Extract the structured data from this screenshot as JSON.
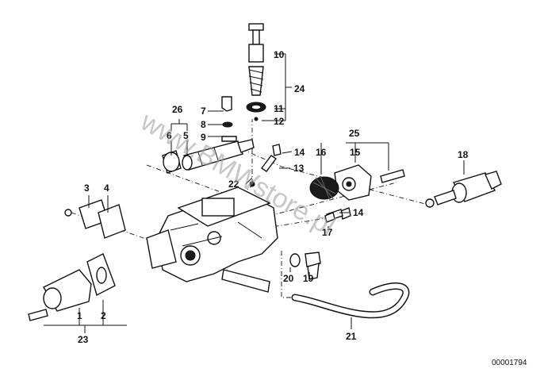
{
  "watermark": "www.BMWstore.pl",
  "drawing_number": "00001794",
  "callouts": {
    "c1": "1",
    "c2": "2",
    "c3": "3",
    "c4": "4",
    "c5": "5",
    "c6": "6",
    "c7": "7",
    "c8": "8",
    "c9": "9",
    "c10": "10",
    "c11": "11",
    "c12": "12",
    "c13": "13",
    "c14a": "14",
    "c14b": "14",
    "c15": "15",
    "c16": "16",
    "c17": "17",
    "c18": "18",
    "c19": "19",
    "c20": "20",
    "c21": "21",
    "c22": "22",
    "c23": "23",
    "c24": "24",
    "c25": "25",
    "c26": "26"
  }
}
